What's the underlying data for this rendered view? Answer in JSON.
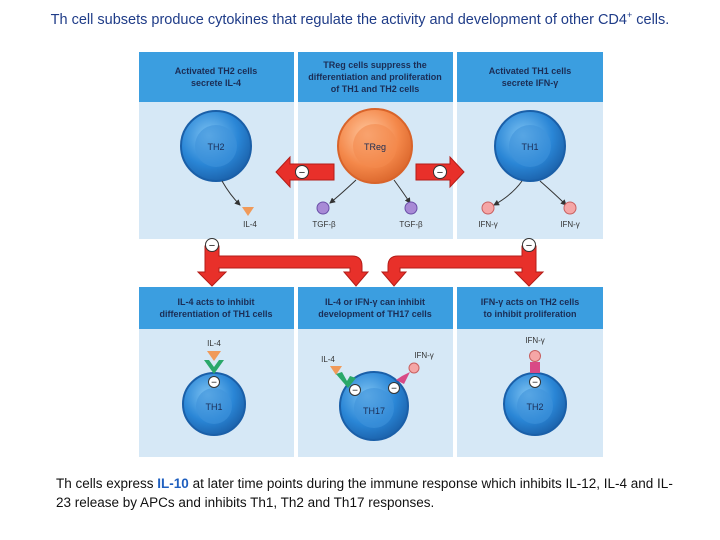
{
  "title": {
    "text": "Th cell subsets produce cytokines that regulate the activity and development of other CD4",
    "sup": "+",
    "end": " cells."
  },
  "top_panels": [
    {
      "line1": "Activated TH2 cells",
      "line2": "secrete IL-4"
    },
    {
      "line1": "TReg cells suppress the",
      "line2": "differentiation and proliferation",
      "line3": "of TH1 and TH2 cells"
    },
    {
      "line1": "Activated TH1 cells",
      "line2": "secrete IFN-γ"
    }
  ],
  "bottom_panels": [
    {
      "line1": "IL-4 acts to inhibit",
      "line2": "differentiation of TH1 cells"
    },
    {
      "line1": "IL-4 or IFN-γ can inhibit",
      "line2": "development of TH17 cells"
    },
    {
      "line1": "IFN-γ acts on TH2 cells",
      "line2": "to inhibit proliferation"
    }
  ],
  "cells": {
    "th2_top": "TH2",
    "treg": "TReg",
    "th1_top": "TH1",
    "th1_bottom": "TH1",
    "th17": "TH17",
    "th2_bottom": "TH2"
  },
  "molecule_labels": {
    "il4": "IL-4",
    "tgfb_1": "TGF-β",
    "tgfb_2": "TGF-β",
    "ifng_1": "IFN-γ",
    "ifng_2": "IFN-γ",
    "il4_b1": "IL-4",
    "il4_b2": "IL-4",
    "ifng_b2": "IFN-γ",
    "ifng_b3": "IFN-γ"
  },
  "minus_sign": "−",
  "caption": {
    "pre": "Th cells express ",
    "highlight": "IL-10",
    "post": " at later time points during the immune response which inhibits IL-12, IL-4 and IL-23 release by APCs and inhibits Th1, Th2 and Th17 responses."
  },
  "colors": {
    "panel_bg": "#d6e8f6",
    "header_bg": "#3b9ee0",
    "cell_blue": "#2a7fcf",
    "cell_orange": "#f08a4b",
    "arrow_red": "#e8302a",
    "title_blue": "#1f3c88"
  }
}
